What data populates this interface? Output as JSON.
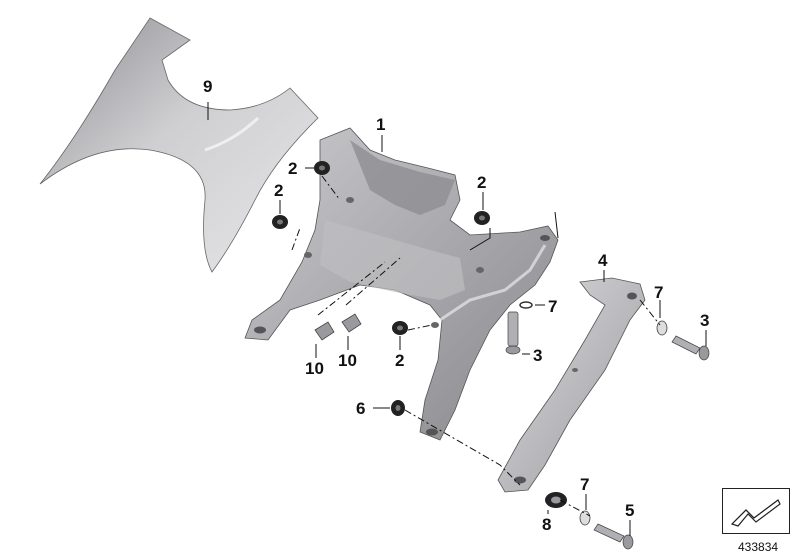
{
  "diagram": {
    "doc_number": "433834",
    "callouts": [
      "9",
      "1",
      "2",
      "2",
      "2",
      "2",
      "10",
      "10",
      "4",
      "7",
      "3",
      "3",
      "6",
      "7",
      "5",
      "8"
    ]
  },
  "colors": {
    "part_fill": "#b4b4b8",
    "part_dark": "#7c7c80",
    "part_light": "#d9d9dc",
    "line": "#111111"
  }
}
